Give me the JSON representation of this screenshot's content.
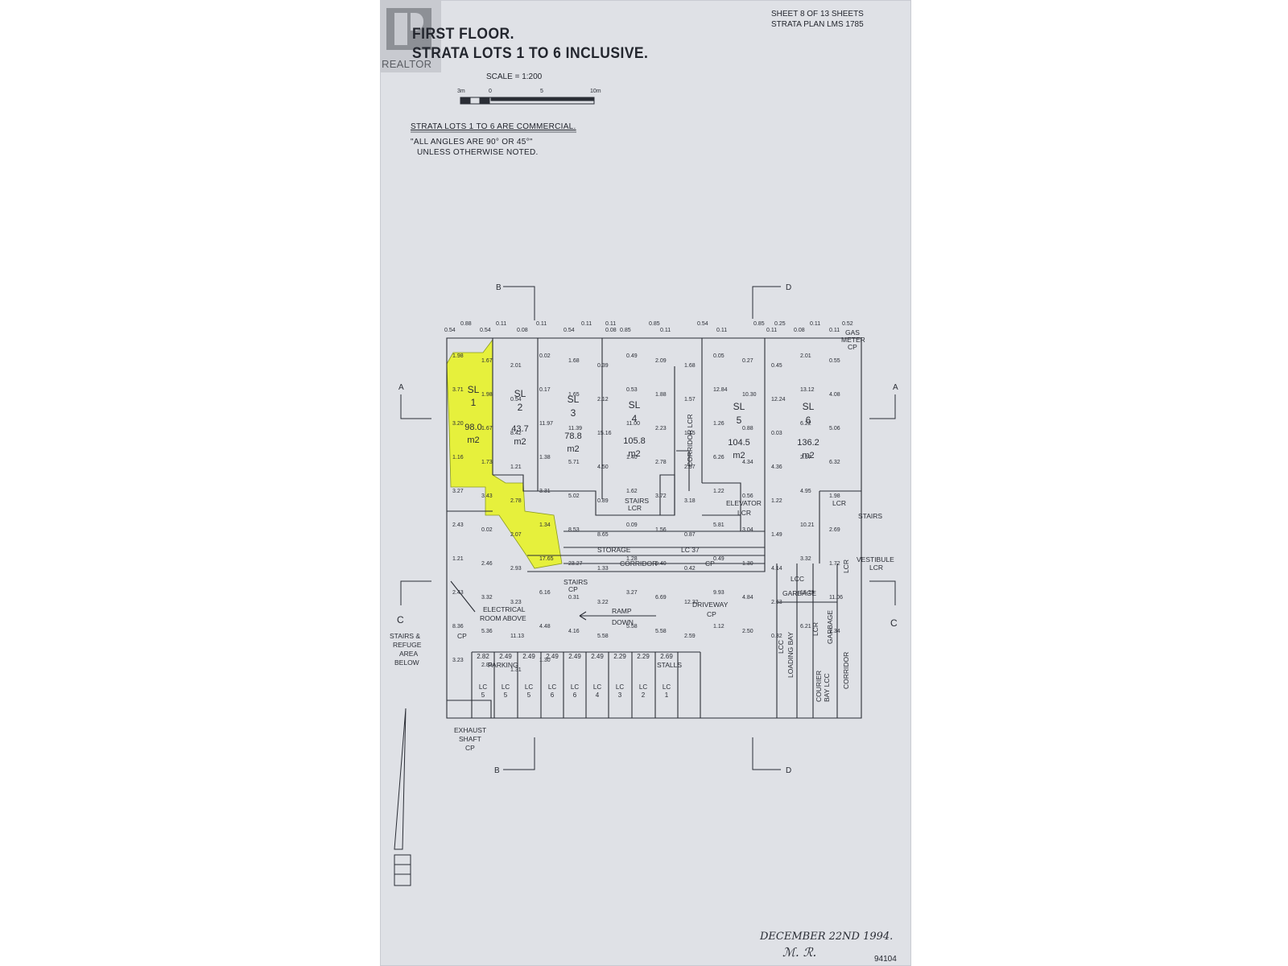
{
  "header": {
    "title_line1": "FIRST FLOOR.",
    "title_line2": "STRATA LOTS 1 TO 6 INCLUSIVE.",
    "sheet": "SHEET  8  OF  13  SHEETS",
    "plan": "STRATA PLAN LMS  1785"
  },
  "logo": {
    "text": "REALTOR"
  },
  "scale": {
    "label": "SCALE = 1:200",
    "marks": [
      "3m",
      "0",
      "5",
      "10m"
    ]
  },
  "notes": {
    "commercial": "STRATA LOTS 1 TO 6 ARE COMMERCIAL.",
    "angles1": "\"ALL ANGLES ARE 90° OR 45°\"",
    "angles2": "UNLESS OTHERWISE NOTED."
  },
  "lots": [
    {
      "id": "SL",
      "num": "1",
      "area": "98.0",
      "unit": "m2"
    },
    {
      "id": "SL",
      "num": "2",
      "area": "43.7",
      "unit": "m2"
    },
    {
      "id": "SL",
      "num": "3",
      "area": "78.8",
      "unit": "m2"
    },
    {
      "id": "SL",
      "num": "4",
      "area": "105.8",
      "unit": "m2"
    },
    {
      "id": "SL",
      "num": "5",
      "area": "104.5",
      "unit": "m2"
    },
    {
      "id": "SL",
      "num": "6",
      "area": "136.2",
      "unit": "m2"
    }
  ],
  "section_marks": {
    "a": "A",
    "b": "B",
    "c": "C",
    "d": "D"
  },
  "labels": {
    "gas_meter": "GAS",
    "gas_meter2": "METER",
    "gas_meter3": "CP",
    "corridor_lcr": "CORRIDOR  LCR",
    "stairs_lcr": "STAIRS",
    "stairs_lcr2": "LCR",
    "elevator": "ELEVATOR",
    "elevator2": "LCR",
    "stairs_r": "STAIRS",
    "lcr_r": "LCR",
    "vestibule": "VESTIBULE",
    "vestibule2": "LCR",
    "storage": "STORAGE",
    "lc37": "LC 37",
    "corridor": "CORRIDOR",
    "cp": "CP",
    "stairs_cp": "STAIRS",
    "stairs_cp2": "CP",
    "electrical": "ELECTRICAL",
    "electrical2": "ROOM ABOVE",
    "ramp": "RAMP",
    "ramp2": "DOWN",
    "driveway": "DRIVEWAY",
    "driveway2": "CP",
    "lcc": "LCC",
    "garbage": "GARBAGE",
    "loading_bay": "LOADING BAY",
    "loading_lcc": "LCC",
    "lcr_garbage": "LCR",
    "garbage2": "GARBAGE",
    "courier": "COURIER",
    "bay_lcc": "BAY LCC",
    "corridor_v": "CORRIDOR",
    "lcr_v": "LCR",
    "stairs_refuge1": "STAIRS &",
    "stairs_refuge2": "REFUGE",
    "stairs_refuge3": "AREA",
    "stairs_refuge4": "BELOW",
    "cp_refuge": "CP",
    "parking": "PARKING",
    "stalls": "STALLS",
    "exhaust1": "EXHAUST",
    "exhaust2": "SHAFT",
    "exhaust3": "CP"
  },
  "parking_stalls": [
    "LC 5",
    "LC 5",
    "LC 5",
    "LC 6",
    "LC 6",
    "LC 4",
    "LC 3",
    "LC 2",
    "LC 1"
  ],
  "stall_widths": [
    "2.82",
    "2.49",
    "2.49",
    "2.49",
    "2.49",
    "2.49",
    "2.29",
    "2.29",
    "2.69"
  ],
  "dims": {
    "top": [
      "0.54",
      "0.88",
      "0.54",
      "0.11",
      "0.08",
      "0.11",
      "0.54",
      "0.11",
      "0.08",
      "0.11",
      "0.85",
      "0.85",
      "0.11",
      "0.54",
      "0.11",
      "0.85",
      "0.11",
      "0.25",
      "0.08",
      "0.11",
      "0.11",
      "0.52"
    ],
    "misc": [
      "1.98",
      "1.67",
      "2.01",
      "0.02",
      "1.68",
      "0.39",
      "0.49",
      "2.09",
      "1.68",
      "0.05",
      "0.27",
      "0.45",
      "2.01",
      "0.55",
      "3.71",
      "1.98",
      "0.54",
      "0.17",
      "1.65",
      "2.12",
      "0.53",
      "1.88",
      "1.57",
      "12.84",
      "10.30",
      "12.24",
      "13.12",
      "4.08",
      "3.20",
      "1.67",
      "8.42",
      "11.97",
      "11.39",
      "15.16",
      "11.00",
      "2.23",
      "1.15",
      "1.26",
      "0.88",
      "0.03",
      "6.22",
      "5.06",
      "1.16",
      "1.73",
      "1.21",
      "1.38",
      "5.71",
      "4.50",
      "1.40",
      "2.78",
      "2.57",
      "6.26",
      "4.34",
      "4.36",
      "2.57",
      "6.32",
      "3.27",
      "3.43",
      "2.78",
      "3.31",
      "5.02",
      "0.89",
      "1.62",
      "3.72",
      "3.18",
      "1.22",
      "0.56",
      "1.22",
      "4.95",
      "1.98",
      "2.43",
      "0.02",
      "2.07",
      "1.34",
      "8.53",
      "8.65",
      "0.09",
      "1.56",
      "0.87",
      "5.81",
      "3.04",
      "1.49",
      "10.21",
      "2.69",
      "1.21",
      "2.46",
      "2.93",
      "17.65",
      "23.27",
      "1.33",
      "1.28",
      "0.40",
      "0.42",
      "0.49",
      "1.30",
      "4.14",
      "3.32",
      "1.72",
      "2.43",
      "3.32",
      "3.23",
      "6.16",
      "0.31",
      "3.22",
      "3.27",
      "6.69",
      "12.32",
      "9.93",
      "4.84",
      "2.63",
      "13.29",
      "11.06",
      "8.36",
      "5.36",
      "11.13",
      "4.48",
      "4.16",
      "5.58",
      "5.58",
      "5.58",
      "2.59",
      "1.12",
      "2.50",
      "0.32",
      "6.21",
      "1.34",
      "3.23",
      "2.83",
      "1.31",
      "1.30"
    ]
  },
  "footer": {
    "date": "DECEMBER 22ND 1994.",
    "ref": "94104"
  },
  "colors": {
    "paper": "#dfe1e6",
    "ink": "#2a2d35",
    "highlight": "#e6f03c"
  }
}
